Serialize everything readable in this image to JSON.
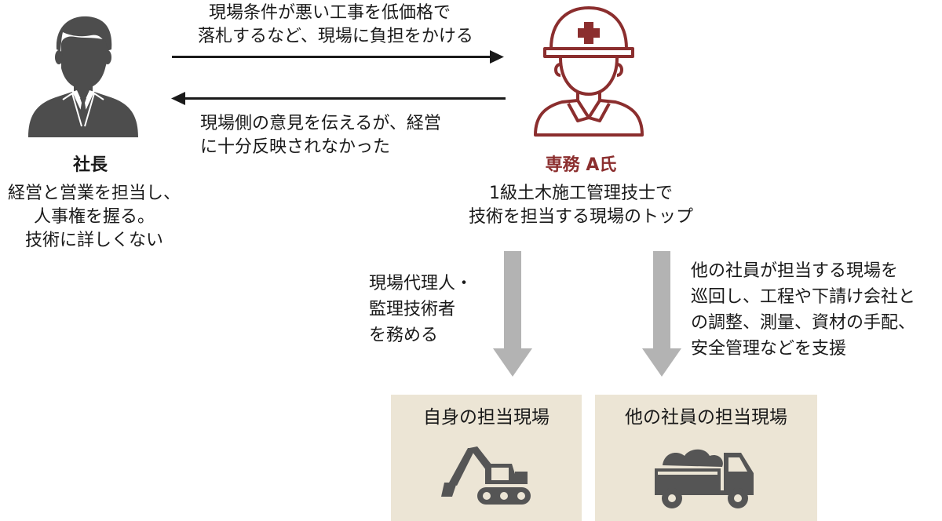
{
  "president": {
    "title": "社長",
    "description": [
      "経営と営業を担当し、",
      "人事権を握る。",
      "技術に詳しくない"
    ]
  },
  "director": {
    "title": "専務 A氏",
    "description": [
      "1級土木施工管理技士で",
      "技術を担当する現場のトップ"
    ]
  },
  "arrow_right": {
    "text": [
      "現場条件が悪い工事を低価格で",
      "落札するなど、現場に負担をかける"
    ]
  },
  "arrow_left": {
    "text": [
      "現場側の意見を伝えるが、経営",
      "に十分反映されなかった"
    ]
  },
  "down_left": {
    "text": [
      "現場代理人・",
      "監理技術者",
      "を務める"
    ]
  },
  "down_right": {
    "text": [
      "他の社員が担当する現場を",
      "巡回し、工程や下請け会社と",
      "の調整、測量、資材の手配、",
      "安全管理などを支援"
    ]
  },
  "site_own": {
    "title": "自身の担当現場",
    "icon": "excavator-icon"
  },
  "site_others": {
    "title": "他の社員の担当現場",
    "icon": "dump-truck-icon"
  },
  "colors": {
    "director_accent": "#8b2e2e",
    "icon_gray": "#555555",
    "box_bg": "#ece5d5",
    "down_arrow": "#b3b3b3"
  }
}
